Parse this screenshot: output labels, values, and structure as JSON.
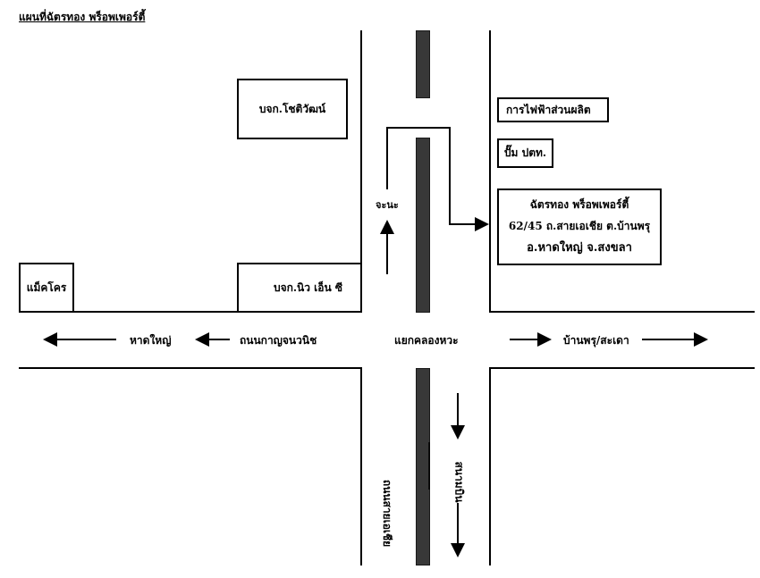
{
  "map": {
    "title": "แผนที่ฉัตรทอง พร็อพเพอร์ตี้",
    "landmarks": {
      "chotiwat": "บจก.โชติวัฒน์",
      "power_plant": "การไฟฟ้าส่วนผลิต",
      "ptt_station": "ปั๊ม ปตท.",
      "makro": "แม็คโคร",
      "new_nc": "บจก.นิว เอ็น ซี"
    },
    "destination": {
      "name": "ฉัตรทอง พร็อพเพอร์ตี้",
      "address_line1": "62/45 ถ.สายเอเชีย ต.บ้านพรุ",
      "address_line2": "อ.หาดใหญ่ จ.สงขลา"
    },
    "labels": {
      "hat_yai": "หาดใหญ่",
      "kanjanawanit_road": "ถนนกาญจนวนิช",
      "khlong_hae_junction": "แยกคลองหวะ",
      "ban_phru_sadao": "บ้านพรุ/สะเดา",
      "jana": "จะนะ",
      "asia_highway": "ถนนสายเอเชีย",
      "airport": "สนามบิน"
    }
  }
}
